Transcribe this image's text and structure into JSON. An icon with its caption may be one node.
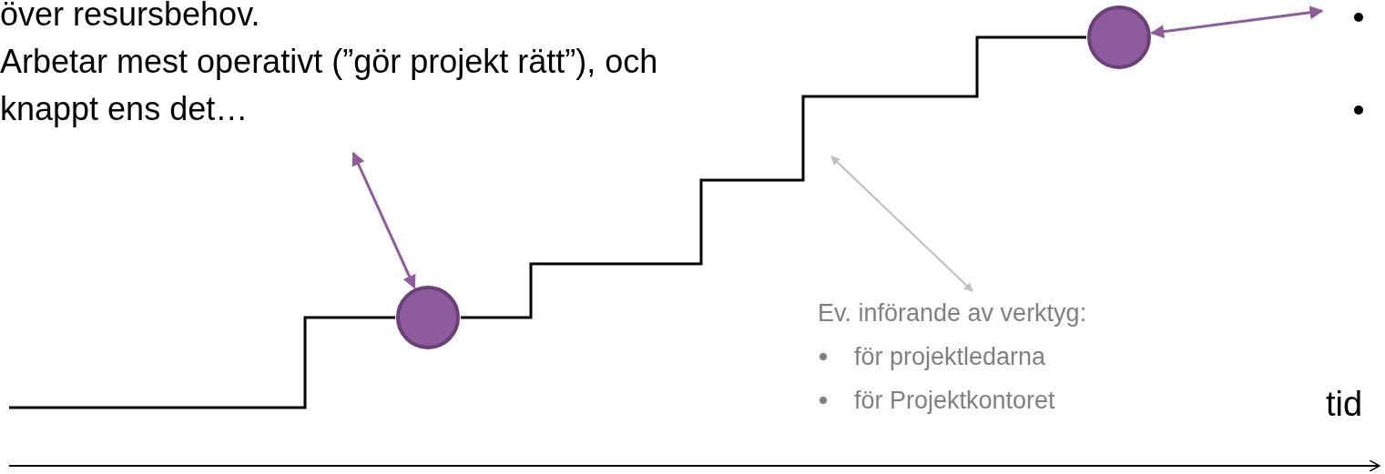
{
  "diagram": {
    "nodes": [
      {
        "text": [
          "över resursbehov.",
          "Arbetar mest operativt (”gör projekt rätt”), och knappt ens det…"
        ]
      },
      {
        "text": [],
        "shape": "circle"
      },
      {
        "text": [],
        "shape": "circle"
      },
      {
        "text": [
          "Ev. införande av verktyg:",
          "för projektledarna",
          "för Projektkontoret"
        ]
      }
    ],
    "edges": [
      {
        "from": 0,
        "to": 1,
        "arrow": "both",
        "color": "#8e5b9c"
      },
      {
        "from": 2,
        "to": null,
        "arrow": "both",
        "color": "#8e5b9c"
      },
      {
        "from": null,
        "to": 3,
        "arrow": "both",
        "color": "#bfbfbf"
      },
      {
        "from": null,
        "to": 1,
        "arrow": "none",
        "color": "#000000"
      },
      {
        "from": 1,
        "to": 2,
        "arrow": "none",
        "color": "#000000"
      }
    ],
    "labels": [
      "tid"
    ]
  }
}
